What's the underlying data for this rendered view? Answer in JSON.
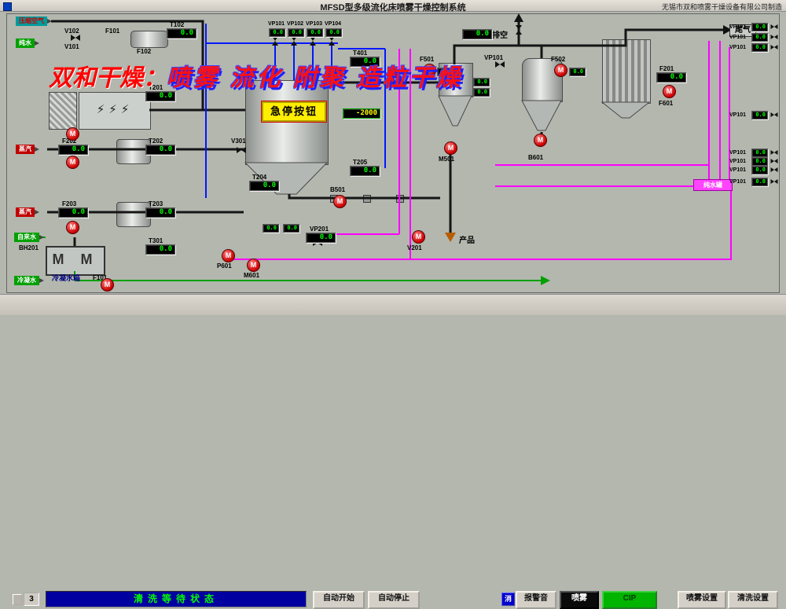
{
  "window": {
    "title": "MFSD型多级流化床喷雾干燥控制系统",
    "company": "无锡市双和喷雾干燥设备有限公司制造"
  },
  "watermark": {
    "brand": "双和干燥：",
    "slogan": "喷雾 流化 附聚 造粒干燥"
  },
  "glyphs": {
    "pump": "M",
    "heater": "⚡⚡⚡",
    "coils": "M M"
  },
  "sources": {
    "compressed_air": "压缩空气",
    "pure_water": "纯水",
    "steam1": "蒸汽",
    "steam2": "蒸汽",
    "tap_water": "自来水",
    "condensate": "冷凝水"
  },
  "annotations": {
    "vent": "排空",
    "exhaust": "尾气",
    "product": "产品",
    "condensate_tank": "冷凝水箱",
    "cip_tank": "纯水罐",
    "estop": "急停按钮"
  },
  "tags": {
    "v101": "V101",
    "v102": "V102",
    "f101": "F101",
    "f102": "F102",
    "vp101": "VP101",
    "vp102": "VP102",
    "vp103": "VP103",
    "vp104": "VP104",
    "t102": "T102",
    "t201": "T201",
    "t202": "T202",
    "t203": "T203",
    "t204": "T204",
    "t205": "T205",
    "t301": "T301",
    "t401": "T401",
    "f201": "F201",
    "f202": "F202",
    "f203": "F203",
    "f501": "F501",
    "f502": "F502",
    "f601": "F601",
    "v301": "V301",
    "vp201": "VP201",
    "b501": "B501",
    "b601": "B601",
    "m501": "M501",
    "m601": "M601",
    "p601": "P601",
    "v201": "V201",
    "bh201": "BH201"
  },
  "displays": {
    "t102": "0.0",
    "t201": "0.0",
    "t401": "0.0",
    "weight": "-2000",
    "vp101": "0.0",
    "vp102": "0.0",
    "vp103": "0.0",
    "vp104": "0.0",
    "vent": "0.0",
    "t205": "0.0",
    "t204": "0.0",
    "t202": "0.0",
    "f202": "0.0",
    "t203": "0.0",
    "f203": "0.0",
    "t301": "0.0",
    "vp201": "0.0",
    "c1": "0.0",
    "c2": "0.0",
    "f501": "0.0",
    "f502": "0.0",
    "f201": "0.0",
    "r1": "0.0",
    "r2": "0.0",
    "rc1": "0.0",
    "rc2": "0.0",
    "rc3": "0.0",
    "rc4": "0.0",
    "rc5": "0.0",
    "rc6": "0.0",
    "rc7": "0.0",
    "rc8": "0.0"
  },
  "statusbar": {
    "page": "3",
    "status": "清洗等待状态",
    "auto_start": "自动开始",
    "auto_stop": "自动停止",
    "mute": "消",
    "alarm": "报警音",
    "spray": "喷雾",
    "cip": "CIP",
    "spray_settings": "喷雾设置",
    "clean_settings": "清洗设置"
  },
  "colors": {
    "status_blue": "#0000a0",
    "value_green": "#00ff00",
    "alarm_red": "#cc0000",
    "cip_green": "#00b400",
    "pipe_magenta": "#ff00ff"
  }
}
